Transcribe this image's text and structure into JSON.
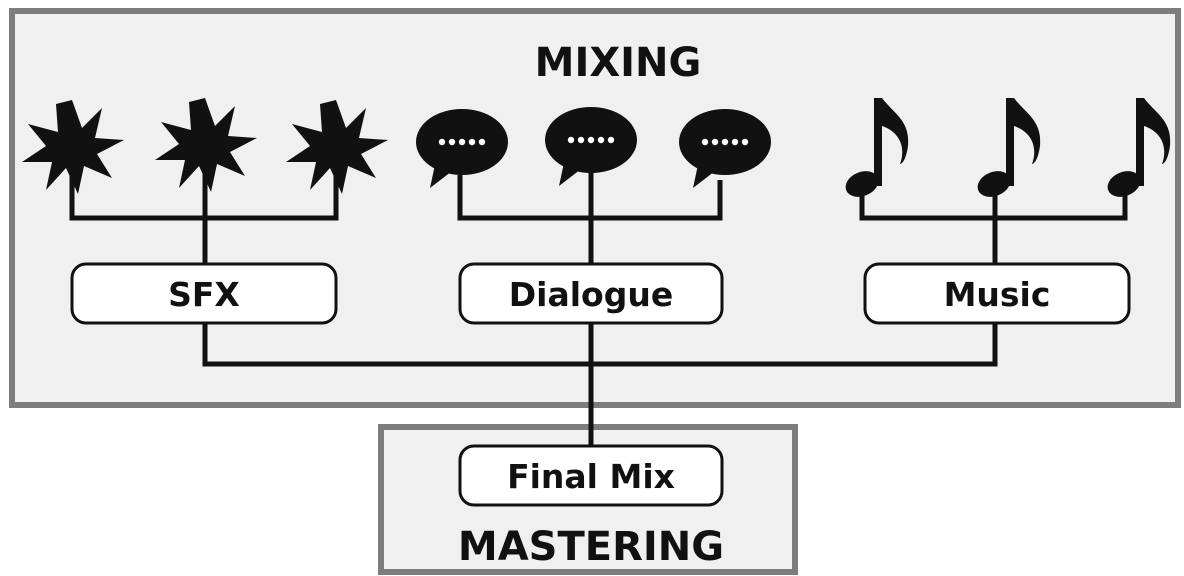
{
  "sections": {
    "mixing": {
      "title": "MIXING"
    },
    "mastering": {
      "title": "MASTERING"
    }
  },
  "buses": {
    "sfx": {
      "label": "SFX",
      "source_icon": "explosion-icon",
      "source_count": 3
    },
    "dialogue": {
      "label": "Dialogue",
      "source_icon": "speech-bubble-icon",
      "source_count": 3
    },
    "music": {
      "label": "Music",
      "source_icon": "music-note-icon",
      "source_count": 3
    }
  },
  "final": {
    "label": "Final Mix"
  },
  "colors": {
    "panel_fill": "#f0f0f0",
    "panel_border": "#7d7d7d",
    "ink": "#111111",
    "box_fill": "#ffffff"
  }
}
